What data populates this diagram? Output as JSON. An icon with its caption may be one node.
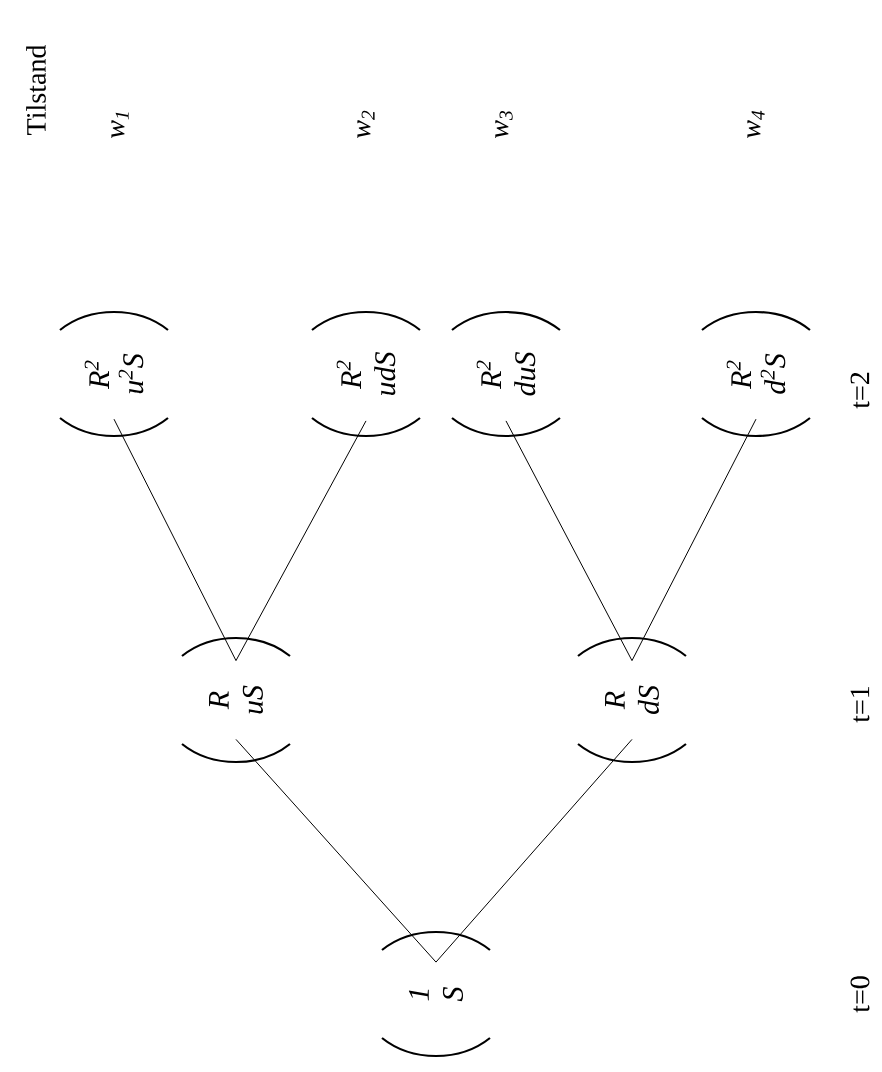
{
  "diagram": {
    "nodes": [
      {
        "text": [
          "1",
          "S"
        ]
      },
      {
        "text": [
          "R",
          "uS"
        ]
      },
      {
        "text": [
          "R",
          "dS"
        ]
      },
      {
        "text": [
          "R$^{2}$",
          "u$^{2}$S"
        ]
      },
      {
        "text": [
          "R$^{2}$",
          "udS"
        ]
      },
      {
        "text": [
          "R$^{2}$",
          "duS"
        ]
      },
      {
        "text": [
          "R$^{2}$",
          "d$^{2}$S"
        ]
      }
    ],
    "edges": [
      {
        "from": 0,
        "to": 1,
        "arrow": "none"
      },
      {
        "from": 0,
        "to": 2,
        "arrow": "none"
      },
      {
        "from": 1,
        "to": 3,
        "arrow": "none"
      },
      {
        "from": 1,
        "to": 4,
        "arrow": "none"
      },
      {
        "from": 2,
        "to": 5,
        "arrow": "none"
      },
      {
        "from": 2,
        "to": 6,
        "arrow": "none"
      }
    ],
    "labels": [
      "Tilstand",
      "w$_{1}$",
      "w$_{2}$",
      "w$_{3}$",
      "w$_{4}$",
      "t=2",
      "t=1",
      "t=0"
    ]
  }
}
